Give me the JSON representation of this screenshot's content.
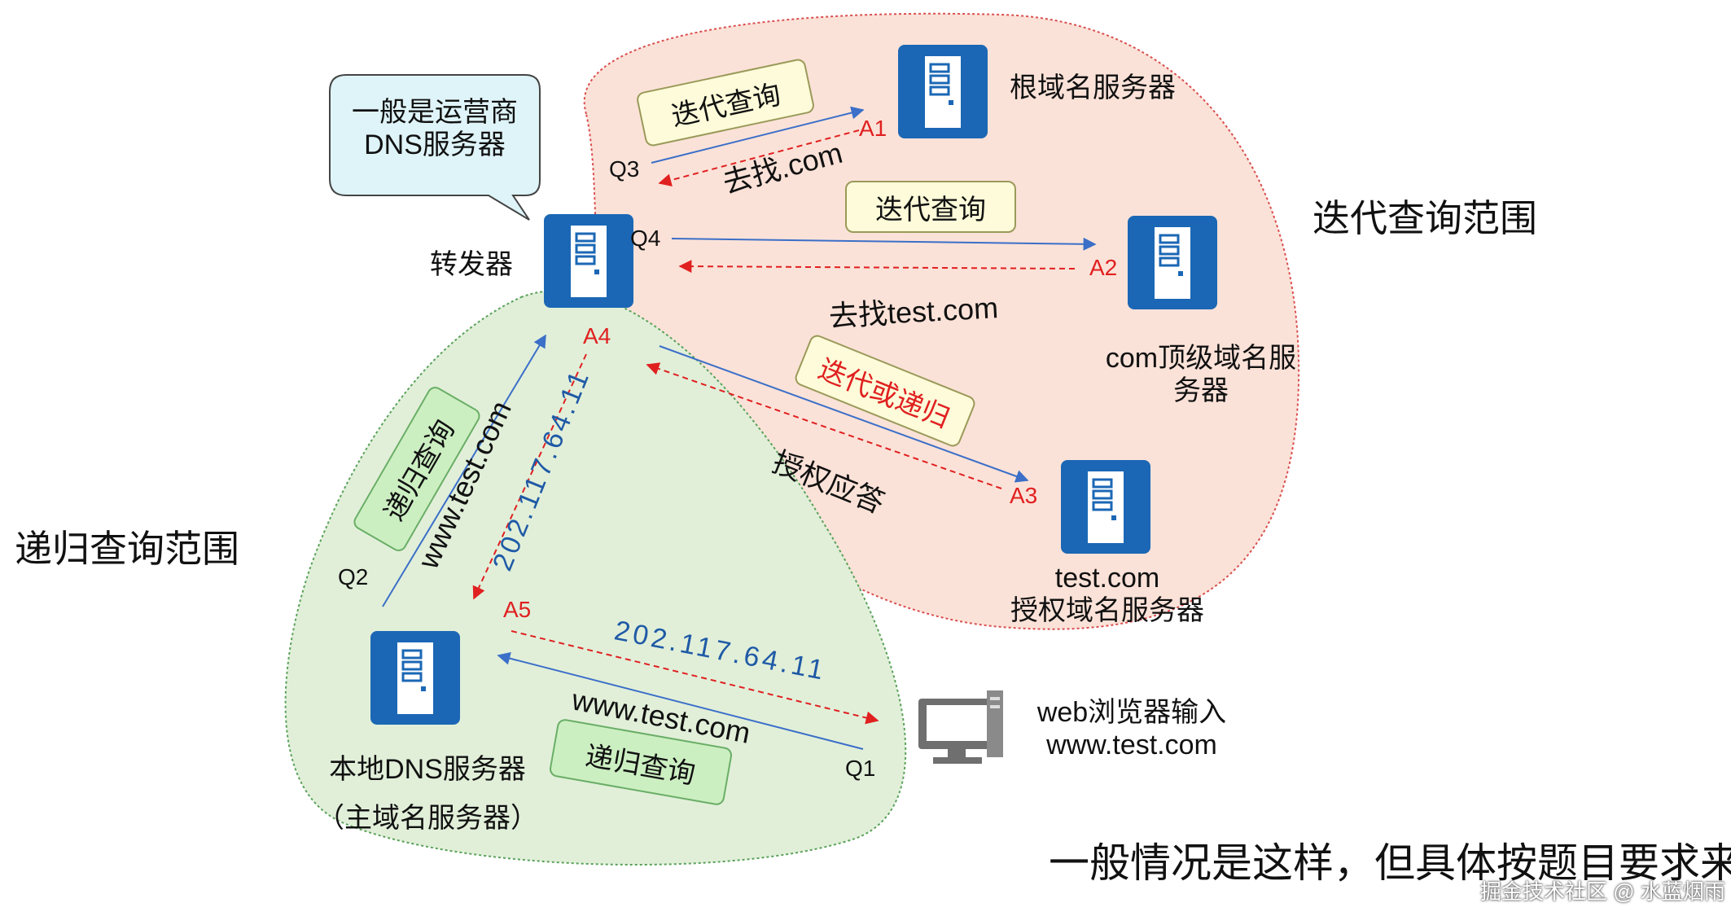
{
  "regions": {
    "iterative_label": "迭代查询范围",
    "recursive_label": "递归查询范围"
  },
  "callout": {
    "line1": "一般是运营商",
    "line2": "DNS服务器"
  },
  "servers": {
    "forwarder": "转发器",
    "root": "根域名服务器",
    "com_line1": "com顶级域名服",
    "com_line2": "务器",
    "auth_line1": "test.com",
    "auth_line2": "授权域名服务器",
    "local_line1": "本地DNS服务器",
    "local_line2": "（主域名服务器）",
    "browser_line1": "web浏览器输入",
    "browser_line2": "www.test.com"
  },
  "steps": {
    "q1": "Q1",
    "q2": "Q2",
    "q3": "Q3",
    "q4": "Q4",
    "a1": "A1",
    "a2": "A2",
    "a3": "A3",
    "a4": "A4",
    "a5": "A5"
  },
  "tags": {
    "iterative_1": "迭代查询",
    "iterative_2": "迭代查询",
    "iter_or_rec": "迭代或递归",
    "recursive_1": "递归查询",
    "recursive_2": "递归查询"
  },
  "messages": {
    "go_com": "去找.com",
    "go_test_com": "去找test.com",
    "auth_answer": "授权应答",
    "domain_q2": "www.test.com",
    "ip_a4": "202.117.64.11",
    "ip_a5": "202.117.64.11",
    "domain_q1": "www.test.com"
  },
  "footer": {
    "note": "一般情况是这样，但具体按题目要求来。",
    "watermark": "掘金技术社区 @ 水蓝烟雨"
  },
  "colors": {
    "iterative_region": "#fbe2d8",
    "recursive_region": "#e1efd9",
    "server_blue": "#1b67b5",
    "arrow_blue": "#3b6fc8",
    "arrow_red": "#e02020",
    "callout_fill": "#dff4f8"
  }
}
